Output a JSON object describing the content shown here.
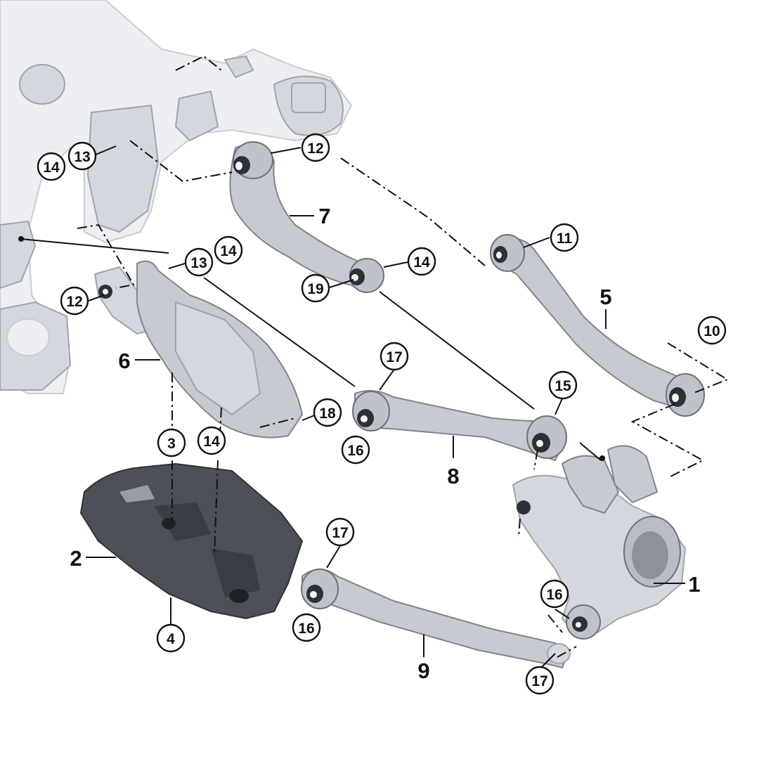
{
  "callouts": {
    "c_14_a": "14",
    "c_13_a": "13",
    "c_12_a": "12",
    "c_13_b": "13",
    "c_14_b": "14",
    "c_11": "11",
    "c_19": "19",
    "c_14_c": "14",
    "c_12_b": "12",
    "c_10": "10",
    "c_17_a": "17",
    "c_15": "15",
    "c_18": "18",
    "c_16_a": "16",
    "c_3": "3",
    "c_14_d": "14",
    "c_17_b": "17",
    "c_16_b": "16",
    "c_16_c": "16",
    "c_4": "4",
    "c_17_c": "17"
  },
  "labels": {
    "l_7": "7",
    "l_5": "5",
    "l_6": "6",
    "l_8": "8",
    "l_2": "2",
    "l_1": "1",
    "l_9": "9"
  },
  "colors": {
    "part_light": "#eceef2",
    "arm": "#c7cad1",
    "shield_dark": "#4d5058",
    "bushing": "#2d3036",
    "ink": "#111111"
  }
}
